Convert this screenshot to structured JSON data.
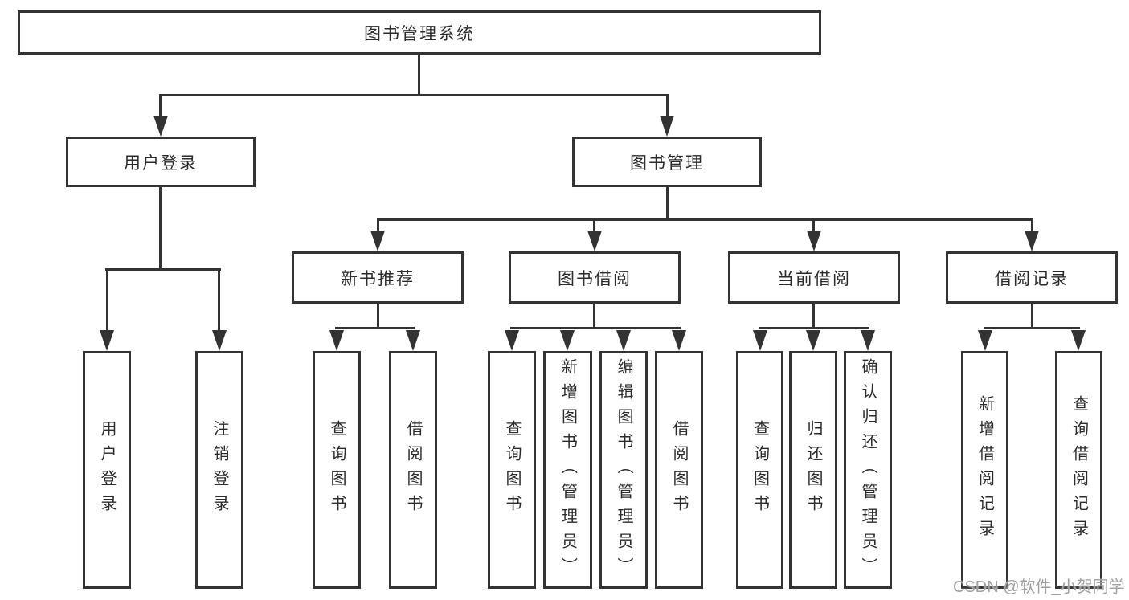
{
  "diagram_title": "图书管理系统",
  "colors": {
    "background": "#ffffff",
    "line": "#333333",
    "text": "#2b2b2b",
    "watermark": "#a0a0a0"
  },
  "nodes": [
    {
      "id": "library-system",
      "label": "图书管理系统",
      "parent": null,
      "level": 1
    },
    {
      "id": "user-login-module",
      "label": "用户登录",
      "parent": "library-system",
      "level": 2
    },
    {
      "id": "book-management-module",
      "label": "图书管理",
      "parent": "library-system",
      "level": 2
    },
    {
      "id": "new-book-recommend",
      "label": "新书推荐",
      "parent": "book-management-module",
      "level": 3
    },
    {
      "id": "book-borrowing",
      "label": "图书借阅",
      "parent": "book-management-module",
      "level": 3
    },
    {
      "id": "current-borrowing",
      "label": "当前借阅",
      "parent": "book-management-module",
      "level": 3
    },
    {
      "id": "borrowing-records",
      "label": "借阅记录",
      "parent": "book-management-module",
      "level": 3
    },
    {
      "id": "user-login",
      "label": "用户登录",
      "parent": "user-login-module",
      "level": 4
    },
    {
      "id": "logout-login",
      "label": "注销登录",
      "parent": "user-login-module",
      "level": 4
    },
    {
      "id": "nb-query-books",
      "label": "查询图书",
      "parent": "new-book-recommend",
      "level": 4
    },
    {
      "id": "nb-borrow-books",
      "label": "借阅图书",
      "parent": "new-book-recommend",
      "level": 4
    },
    {
      "id": "bb-query-books",
      "label": "查询图书",
      "parent": "book-borrowing",
      "level": 4
    },
    {
      "id": "bb-add-books-admin",
      "label": "新增图书（管理员）",
      "parent": "book-borrowing",
      "level": 4
    },
    {
      "id": "bb-edit-books-admin",
      "label": "编辑图书（管理员）",
      "parent": "book-borrowing",
      "level": 4
    },
    {
      "id": "bb-borrow-books",
      "label": "借阅图书",
      "parent": "book-borrowing",
      "level": 4
    },
    {
      "id": "cb-query-books",
      "label": "查询图书",
      "parent": "current-borrowing",
      "level": 4
    },
    {
      "id": "cb-return-books",
      "label": "归还图书",
      "parent": "current-borrowing",
      "level": 4
    },
    {
      "id": "cb-confirm-return-admin",
      "label": "确认归还（管理员）",
      "parent": "current-borrowing",
      "level": 4
    },
    {
      "id": "br-add-borrow-record",
      "label": "新增借阅记录",
      "parent": "borrowing-records",
      "level": 4
    },
    {
      "id": "br-query-borrow-record",
      "label": "查询借阅记录",
      "parent": "borrowing-records",
      "level": 4
    }
  ],
  "watermark": {
    "text": "CSDN @软件_小贺同学"
  }
}
